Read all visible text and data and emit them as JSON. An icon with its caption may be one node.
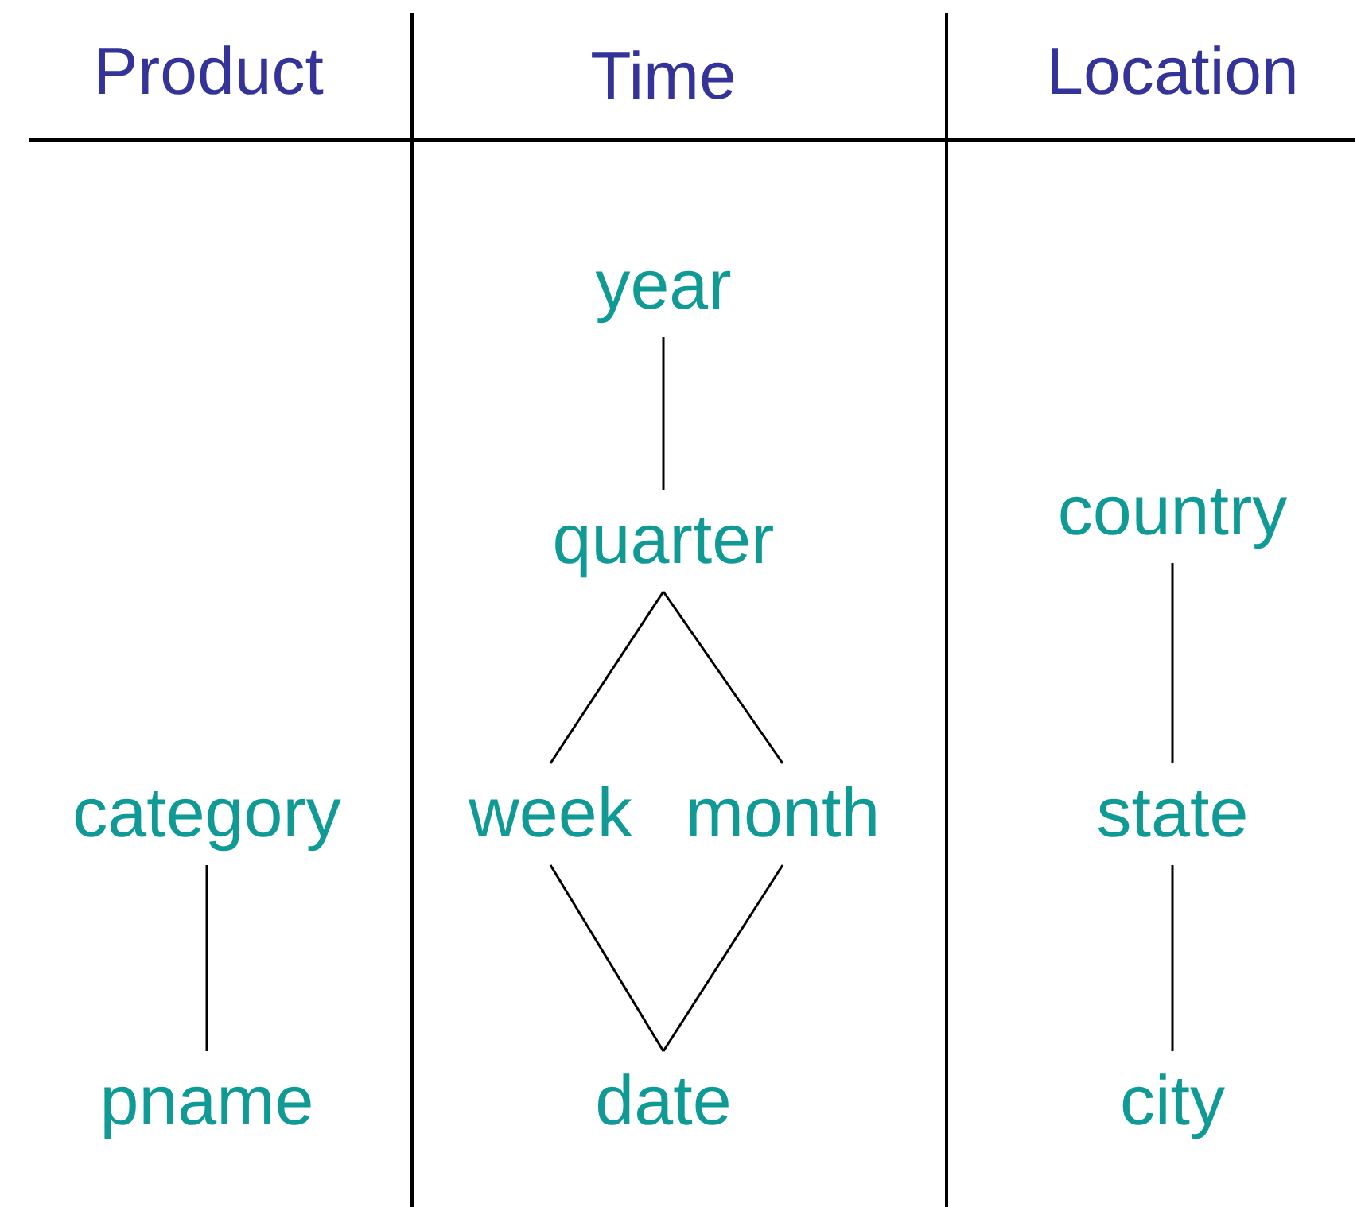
{
  "diagram": {
    "nodes": [
      {
        "text": [
          "category"
        ]
      },
      {
        "text": [
          "pname"
        ]
      },
      {
        "text": [
          "year"
        ]
      },
      {
        "text": [
          "quarter"
        ]
      },
      {
        "text": [
          "week"
        ]
      },
      {
        "text": [
          "month"
        ]
      },
      {
        "text": [
          "date"
        ]
      },
      {
        "text": [
          "country"
        ]
      },
      {
        "text": [
          "state"
        ]
      },
      {
        "text": [
          "city"
        ]
      }
    ],
    "edges": [
      {
        "from": 0,
        "to": 1,
        "arrow": "none"
      },
      {
        "from": 2,
        "to": 3,
        "arrow": "none"
      },
      {
        "from": 3,
        "to": 4,
        "arrow": "none"
      },
      {
        "from": 3,
        "to": 5,
        "arrow": "none"
      },
      {
        "from": 4,
        "to": 6,
        "arrow": "none"
      },
      {
        "from": 5,
        "to": 6,
        "arrow": "none"
      },
      {
        "from": 7,
        "to": 8,
        "arrow": "none"
      },
      {
        "from": 8,
        "to": 9,
        "arrow": "none"
      }
    ],
    "labels": [
      "Product",
      "Time",
      "Location"
    ]
  }
}
